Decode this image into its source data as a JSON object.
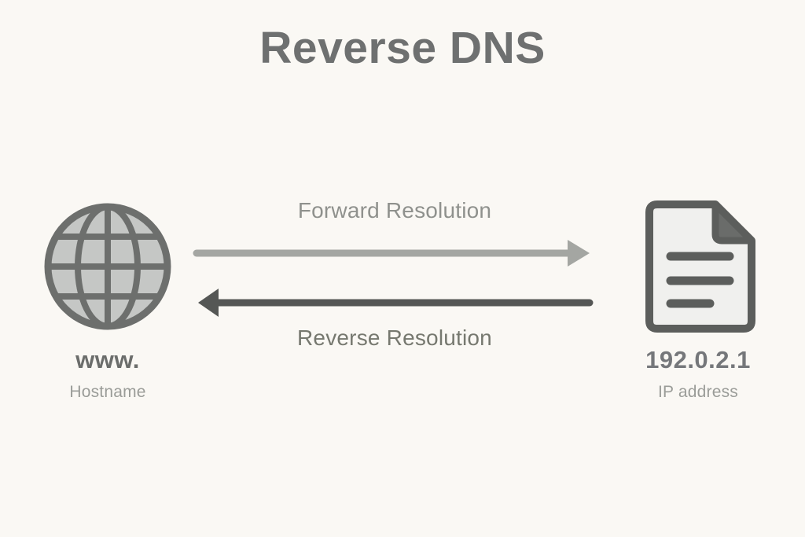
{
  "page": {
    "title": "Reverse DNS",
    "background_color": "#faf8f4",
    "title_color": "#6e7070"
  },
  "nodes": [
    {
      "id": "hostname",
      "icon": "globe-icon",
      "title": "www.",
      "subtitle": "Hostname",
      "icon_fill": "#c5c7c5",
      "icon_stroke": "#6d6f6d"
    },
    {
      "id": "ip",
      "icon": "document-icon",
      "title": "192.0.2.1",
      "subtitle": "IP address",
      "icon_fill": "#f0f0ee",
      "icon_stroke": "#5c5e5c"
    }
  ],
  "arrows": [
    {
      "id": "forward",
      "label": "Forward Resolution",
      "direction": "right",
      "color": "#a4a6a2",
      "label_color": "#8f918d"
    },
    {
      "id": "reverse",
      "label": "Reverse Resolution",
      "direction": "left",
      "color": "#555755",
      "label_color": "#76786f"
    }
  ]
}
